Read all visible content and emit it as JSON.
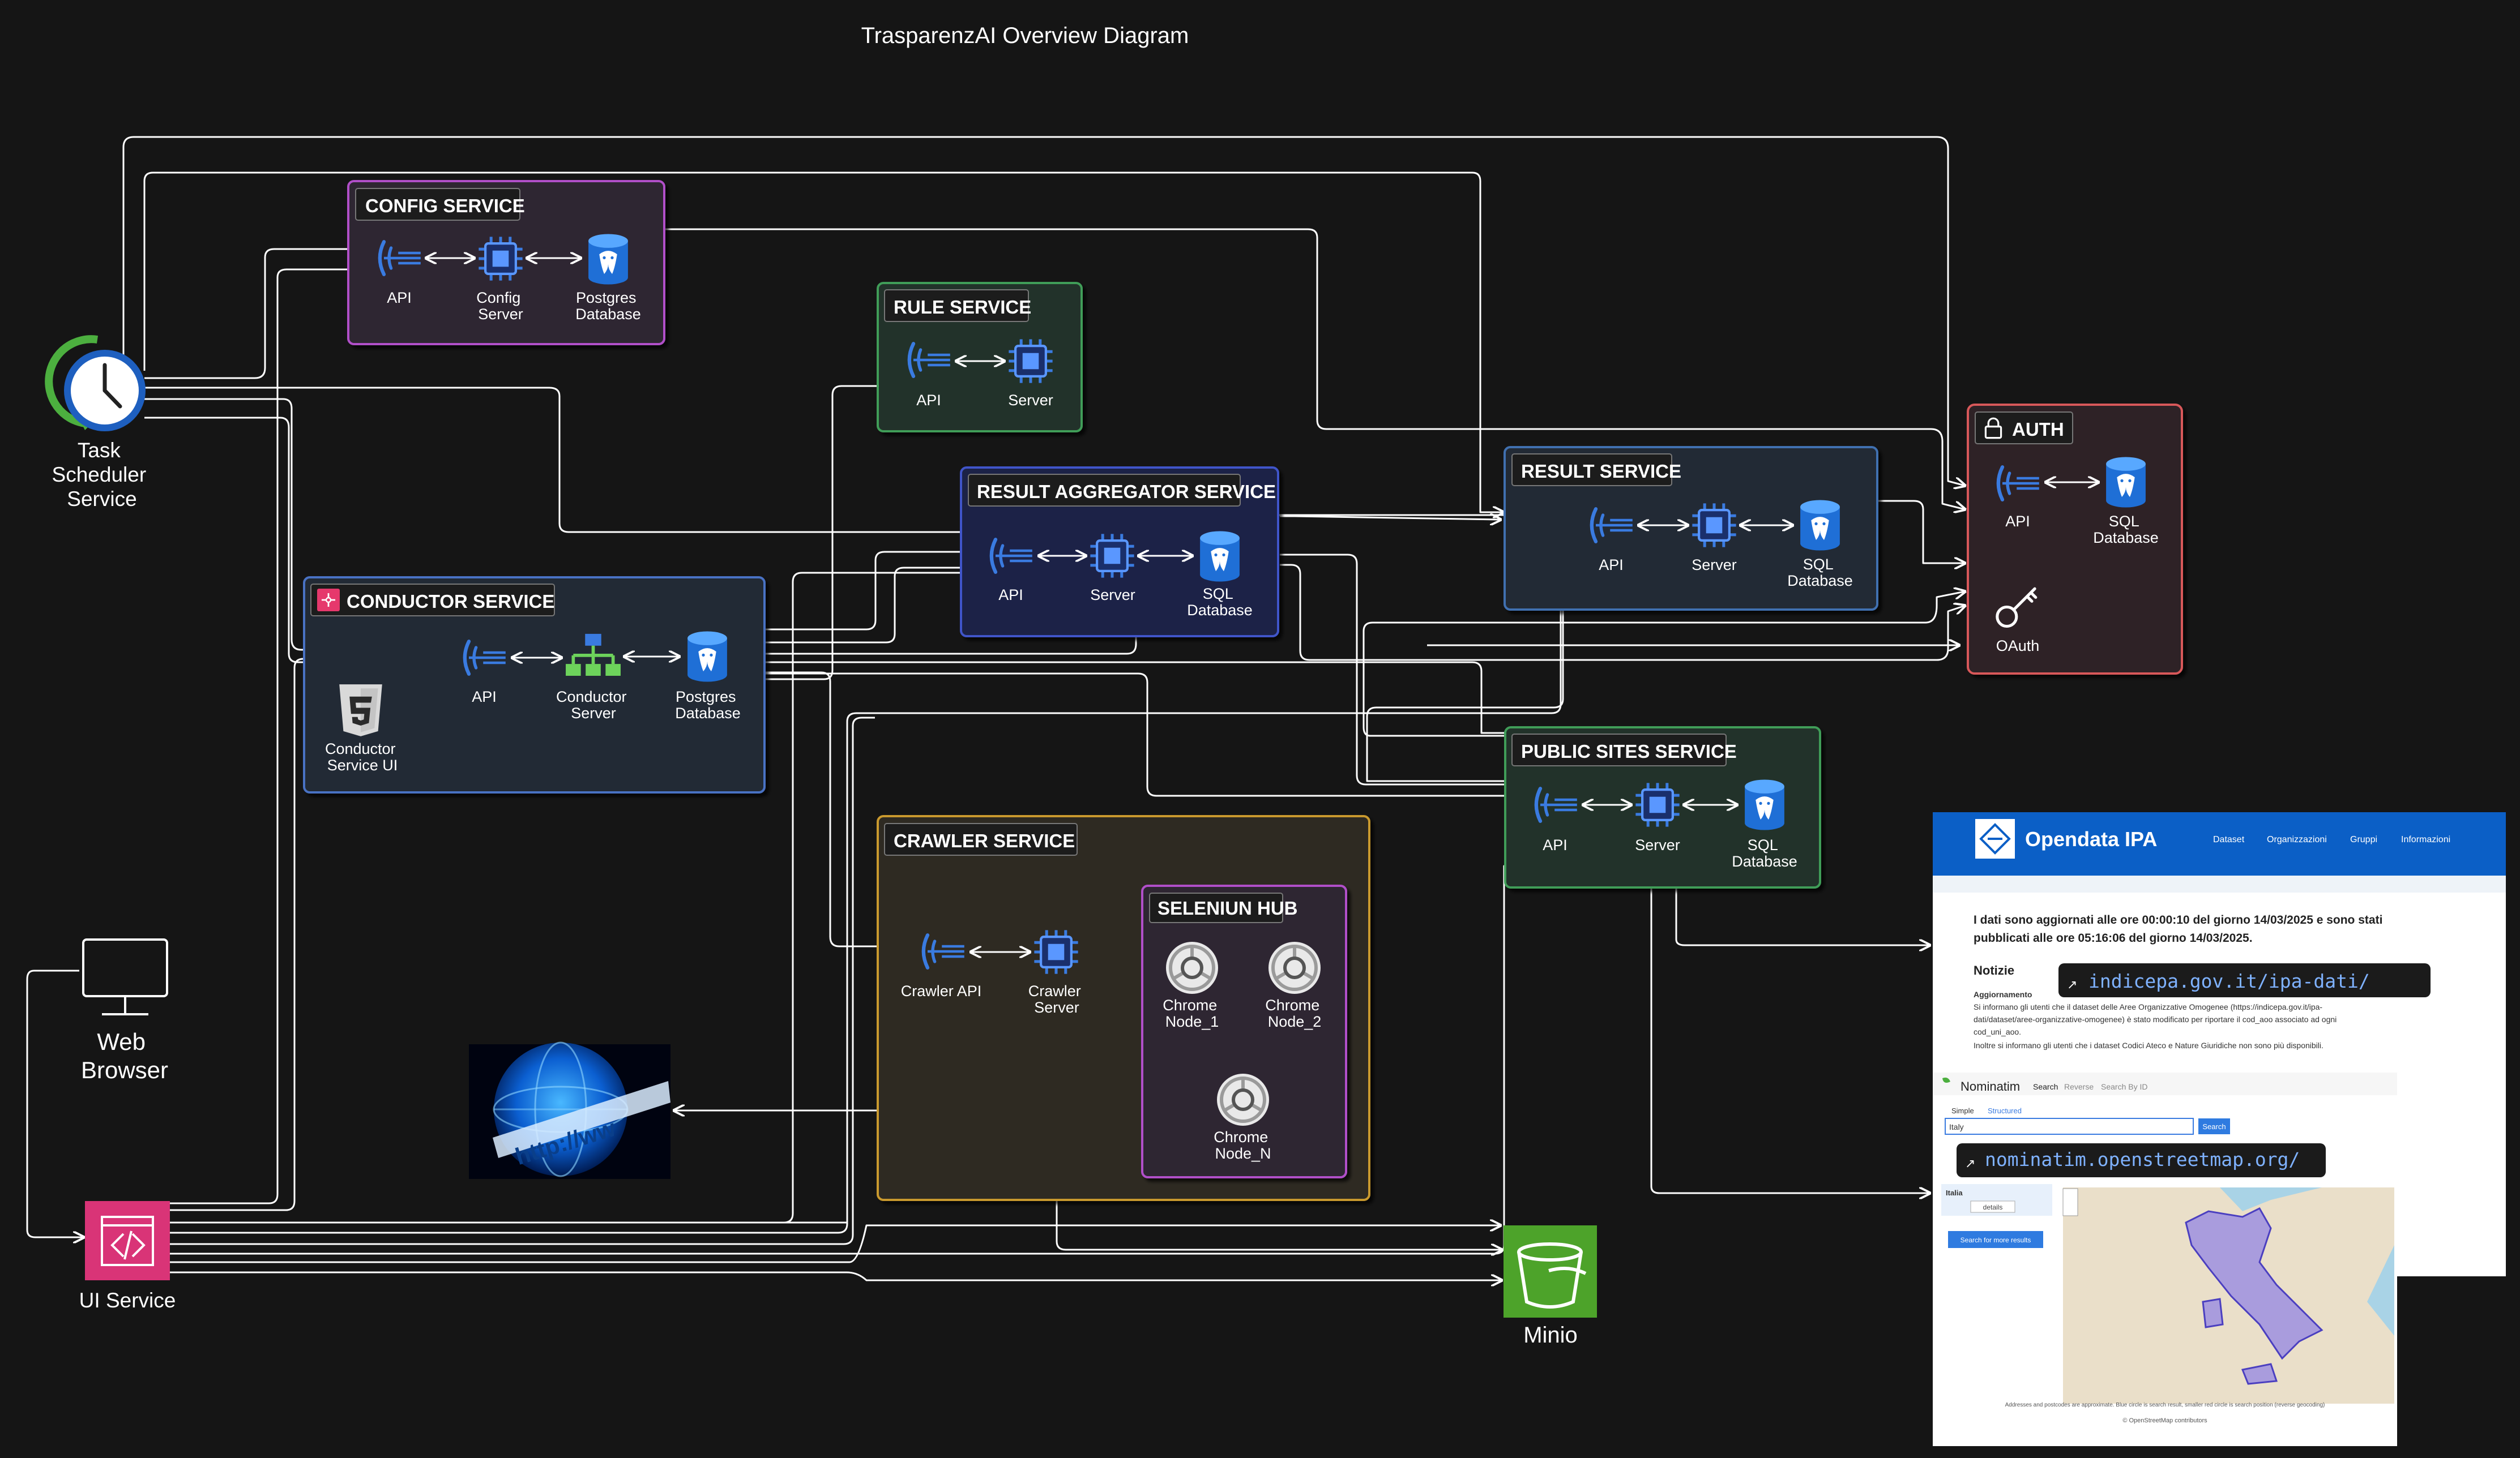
{
  "title": "TrasparenzAI Overview Diagram",
  "colors": {
    "background": "#151515",
    "config": "#b14fc9",
    "rule": "#3f9d58",
    "aggregator": "#3f54c9",
    "conductor": "#4a72c4",
    "result": "#3f6fb0",
    "auth": "#d8595a",
    "public_sites": "#3f9d58",
    "crawler": "#c9992e",
    "selenium": "#b14fc9",
    "api_icon": "#3a7be0",
    "minio": "#4da32a",
    "ui_service": "#d93477"
  },
  "task_scheduler": {
    "label_lines": [
      "Task",
      "Scheduler",
      "Service"
    ],
    "icon": "clock-icon"
  },
  "web_browser": {
    "label_lines": [
      "Web",
      "Browser"
    ],
    "icon": "monitor-icon"
  },
  "ui_service": {
    "label": "UI Service",
    "icon": "code-window-icon"
  },
  "minio": {
    "label": "Minio",
    "icon": "bucket-icon"
  },
  "services": {
    "config": {
      "title": "CONFIG SERVICE",
      "items": [
        {
          "label_lines": [
            "API"
          ],
          "icon": "api-icon"
        },
        {
          "label_lines": [
            "Config",
            "Server"
          ],
          "icon": "chip-icon"
        },
        {
          "label_lines": [
            "Postgres",
            "Database"
          ],
          "icon": "database-icon"
        }
      ]
    },
    "rule": {
      "title": "RULE SERVICE",
      "items": [
        {
          "label_lines": [
            "API"
          ],
          "icon": "api-icon"
        },
        {
          "label_lines": [
            "Server"
          ],
          "icon": "chip-icon"
        }
      ]
    },
    "aggregator": {
      "title": "RESULT AGGREGATOR SERVICE",
      "items": [
        {
          "label_lines": [
            "API"
          ],
          "icon": "api-icon"
        },
        {
          "label_lines": [
            "Server"
          ],
          "icon": "chip-icon"
        },
        {
          "label_lines": [
            "SQL",
            "Database"
          ],
          "icon": "database-icon"
        }
      ]
    },
    "conductor": {
      "title": "CONDUCTOR SERVICE",
      "items": [
        {
          "label_lines": [
            "API"
          ],
          "icon": "api-icon"
        },
        {
          "label_lines": [
            "Conductor",
            "Server"
          ],
          "icon": "hierarchy-icon"
        },
        {
          "label_lines": [
            "Postgres",
            "Database"
          ],
          "icon": "database-icon"
        },
        {
          "label_lines": [
            "Conductor",
            "Service UI"
          ],
          "icon": "html5-icon"
        }
      ]
    },
    "result": {
      "title": "RESULT SERVICE",
      "items": [
        {
          "label_lines": [
            "API"
          ],
          "icon": "api-icon"
        },
        {
          "label_lines": [
            "Server"
          ],
          "icon": "chip-icon"
        },
        {
          "label_lines": [
            "SQL",
            "Database"
          ],
          "icon": "database-icon"
        }
      ]
    },
    "auth": {
      "title": "AUTH",
      "items": [
        {
          "label_lines": [
            "API"
          ],
          "icon": "api-icon"
        },
        {
          "label_lines": [
            "SQL",
            "Database"
          ],
          "icon": "database-icon"
        },
        {
          "label_lines": [
            "OAuth"
          ],
          "icon": "key-icon"
        }
      ]
    },
    "public_sites": {
      "title": "PUBLIC SITES SERVICE",
      "items": [
        {
          "label_lines": [
            "API"
          ],
          "icon": "api-icon"
        },
        {
          "label_lines": [
            "Server"
          ],
          "icon": "chip-icon"
        },
        {
          "label_lines": [
            "SQL",
            "Database"
          ],
          "icon": "database-icon"
        }
      ]
    },
    "crawler": {
      "title": "CRAWLER SERVICE",
      "items": [
        {
          "label_lines": [
            "Crawler API"
          ],
          "icon": "api-icon"
        },
        {
          "label_lines": [
            "Crawler",
            "Server"
          ],
          "icon": "chip-icon"
        }
      ]
    },
    "selenium": {
      "title": "SELENIUN HUB",
      "items": [
        {
          "label_lines": [
            "Chrome",
            "Node_1"
          ],
          "icon": "chrome-icon"
        },
        {
          "label_lines": [
            "Chrome",
            "Node_2"
          ],
          "icon": "chrome-icon"
        },
        {
          "label_lines": [
            "Chrome",
            "Node_N"
          ],
          "icon": "chrome-icon"
        }
      ]
    }
  },
  "internet_image": {
    "text": "http://ww",
    "icon": "globe-icon"
  },
  "opendata_ipa": {
    "brand": "Opendata IPA",
    "nav": [
      "Dataset",
      "Organizzazioni",
      "Gruppi",
      "Informazioni"
    ],
    "update_line_1": "I dati sono aggiornati alle ore 00:00:10 del giorno 14/03/2025 e sono stati",
    "update_line_2": "pubblicati alle ore 05:16:06 del giorno 14/03/2025.",
    "notizie": "Notizie",
    "news_lines": [
      "Aggiornamento",
      "Si informano gli utenti che il dataset delle Aree Organizzative Omogenee (https://indicepa.gov.it/ipa-",
      "dati/dataset/aree-organizzative-omogenee) è stato modificato per riportare il cod_aoo associato ad ogni",
      "cod_uni_aoo.",
      "Inoltre si informano gli utenti che i dataset Codici Ateco e Nature Giuridiche non sono più disponibili."
    ],
    "link": "indicepa.gov.it/ipa-dati/"
  },
  "nominatim": {
    "brand": "Nominatim",
    "nav": [
      "Search",
      "Reverse",
      "Search By ID"
    ],
    "tabs": [
      "Simple",
      "Structured"
    ],
    "query": "Italy",
    "search_button": "Search",
    "result_name": "Italia",
    "details_button": "details",
    "more_button": "Search for more results",
    "footer_1": "Addresses and postcodes are approximate. Blue circle is search result, smaller red circle is search position (reverse geocoding)",
    "footer_2": "© OpenStreetMap contributors",
    "link": "nominatim.openstreetmap.org/"
  }
}
